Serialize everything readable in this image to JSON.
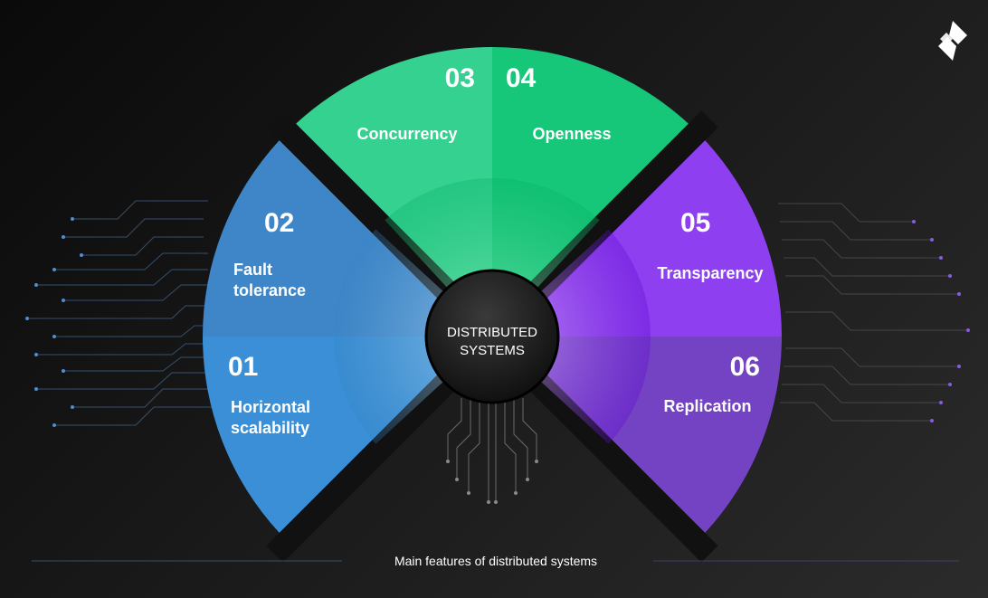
{
  "center": {
    "line1": "DISTRIBUTED",
    "line2": "SYSTEMS"
  },
  "features": [
    {
      "number": "01",
      "label_line1": "Horizontal",
      "label_line2": "scalability",
      "color": "#3a8fd6"
    },
    {
      "number": "02",
      "label_line1": "Fault",
      "label_line2": "tolerance",
      "color": "#3f86c9"
    },
    {
      "number": "03",
      "label_line1": "Concurrency",
      "label_line2": "",
      "color": "#34d191"
    },
    {
      "number": "04",
      "label_line1": "Openness",
      "label_line2": "",
      "color": "#16c77a"
    },
    {
      "number": "05",
      "label_line1": "Transparency",
      "label_line2": "",
      "color": "#8e3ff0"
    },
    {
      "number": "06",
      "label_line1": "Replication",
      "label_line2": "",
      "color": "#7443c4"
    }
  ],
  "caption": "Main features of distributed systems",
  "logo_icon": "brand-logo-icon"
}
